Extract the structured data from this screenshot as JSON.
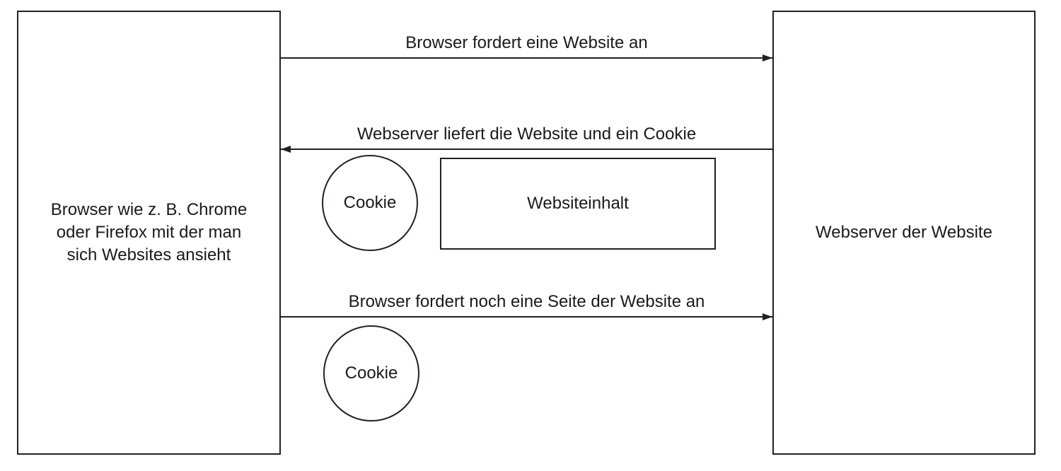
{
  "colors": {
    "ink": "#1a1a1a",
    "stroke": "#1f2124",
    "background": "#ffffff"
  },
  "left_box": {
    "lines": [
      "Browser wie z. B. Chrome",
      "oder Firefox mit der man",
      "sich Websites ansieht"
    ]
  },
  "right_box": {
    "label": "Webserver der Website"
  },
  "messages": {
    "request1": {
      "label": "Browser fordert eine Website an",
      "direction": "right"
    },
    "response": {
      "label": "Webserver liefert die Website und ein Cookie",
      "direction": "left"
    },
    "request2": {
      "label": "Browser fordert noch eine Seite der Website an",
      "direction": "right"
    }
  },
  "payload": {
    "cookie1": {
      "label": "Cookie"
    },
    "content": {
      "label": "Websiteinhalt"
    },
    "cookie2": {
      "label": "Cookie"
    }
  }
}
